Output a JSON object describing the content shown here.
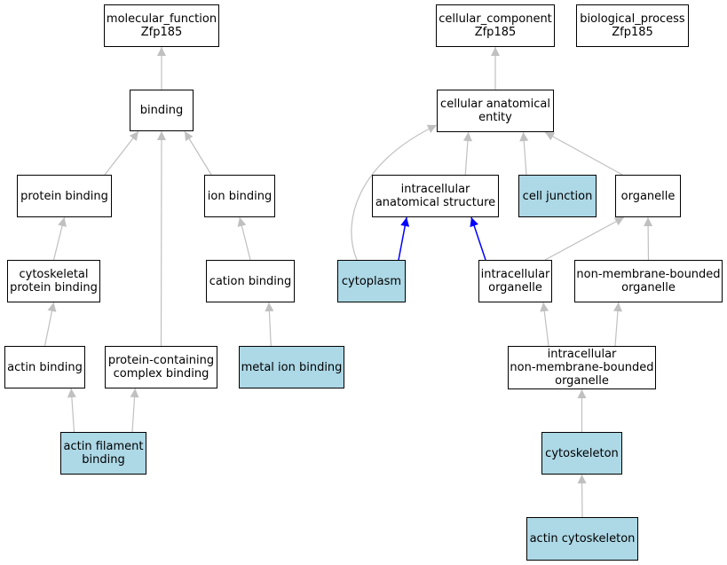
{
  "colors": {
    "highlight_fill": "#add8e6",
    "edge_gray": "#c0c0c0",
    "edge_blue": "#0000ff"
  },
  "nodes": {
    "molecular_function": {
      "label": "molecular_function\nZfp185",
      "highlighted": false
    },
    "binding": {
      "label": "binding",
      "highlighted": false
    },
    "protein_binding": {
      "label": "protein binding",
      "highlighted": false
    },
    "ion_binding": {
      "label": "ion binding",
      "highlighted": false
    },
    "cytoskeletal_protein_binding": {
      "label": "cytoskeletal\nprotein binding",
      "highlighted": false
    },
    "cation_binding": {
      "label": "cation binding",
      "highlighted": false
    },
    "actin_binding": {
      "label": "actin binding",
      "highlighted": false
    },
    "protein_containing_complex_binding": {
      "label": "protein-containing\ncomplex binding",
      "highlighted": false
    },
    "metal_ion_binding": {
      "label": "metal ion binding",
      "highlighted": true
    },
    "actin_filament_binding": {
      "label": "actin filament\nbinding",
      "highlighted": true
    },
    "cellular_component": {
      "label": "cellular_component\nZfp185",
      "highlighted": false
    },
    "biological_process": {
      "label": "biological_process\nZfp185",
      "highlighted": false
    },
    "cellular_anatomical_entity": {
      "label": "cellular anatomical\nentity",
      "highlighted": false
    },
    "intracellular_anatomical_structure": {
      "label": "intracellular\nanatomical structure",
      "highlighted": false
    },
    "cell_junction": {
      "label": "cell junction",
      "highlighted": true
    },
    "organelle": {
      "label": "organelle",
      "highlighted": false
    },
    "cytoplasm": {
      "label": "cytoplasm",
      "highlighted": true
    },
    "intracellular_organelle": {
      "label": "intracellular\norganelle",
      "highlighted": false
    },
    "non_membrane_bounded_organelle": {
      "label": "non-membrane-bounded\norganelle",
      "highlighted": false
    },
    "intracellular_non_membrane_bounded_organelle": {
      "label": "intracellular\nnon-membrane-bounded\norganelle",
      "highlighted": false
    },
    "cytoskeleton": {
      "label": "cytoskeleton",
      "highlighted": true
    },
    "actin_cytoskeleton": {
      "label": "actin cytoskeleton",
      "highlighted": true
    }
  },
  "edges": [
    {
      "from": "binding",
      "to": "molecular_function",
      "kind": "gray"
    },
    {
      "from": "protein_binding",
      "to": "binding",
      "kind": "gray"
    },
    {
      "from": "protein_containing_complex_binding",
      "to": "binding",
      "kind": "gray"
    },
    {
      "from": "ion_binding",
      "to": "binding",
      "kind": "gray"
    },
    {
      "from": "cytoskeletal_protein_binding",
      "to": "protein_binding",
      "kind": "gray"
    },
    {
      "from": "cation_binding",
      "to": "ion_binding",
      "kind": "gray"
    },
    {
      "from": "actin_binding",
      "to": "cytoskeletal_protein_binding",
      "kind": "gray"
    },
    {
      "from": "metal_ion_binding",
      "to": "cation_binding",
      "kind": "gray"
    },
    {
      "from": "actin_filament_binding",
      "to": "actin_binding",
      "kind": "gray"
    },
    {
      "from": "actin_filament_binding",
      "to": "protein_containing_complex_binding",
      "kind": "gray"
    },
    {
      "from": "cellular_anatomical_entity",
      "to": "cellular_component",
      "kind": "gray"
    },
    {
      "from": "intracellular_anatomical_structure",
      "to": "cellular_anatomical_entity",
      "kind": "gray"
    },
    {
      "from": "cell_junction",
      "to": "cellular_anatomical_entity",
      "kind": "gray"
    },
    {
      "from": "organelle",
      "to": "cellular_anatomical_entity",
      "kind": "gray"
    },
    {
      "from": "cytoplasm",
      "to": "cellular_anatomical_entity",
      "kind": "gray"
    },
    {
      "from": "cytoplasm",
      "to": "intracellular_anatomical_structure",
      "kind": "blue"
    },
    {
      "from": "intracellular_organelle",
      "to": "intracellular_anatomical_structure",
      "kind": "blue"
    },
    {
      "from": "intracellular_organelle",
      "to": "organelle",
      "kind": "gray"
    },
    {
      "from": "non_membrane_bounded_organelle",
      "to": "organelle",
      "kind": "gray"
    },
    {
      "from": "intracellular_non_membrane_bounded_organelle",
      "to": "intracellular_organelle",
      "kind": "gray"
    },
    {
      "from": "intracellular_non_membrane_bounded_organelle",
      "to": "non_membrane_bounded_organelle",
      "kind": "gray"
    },
    {
      "from": "cytoskeleton",
      "to": "intracellular_non_membrane_bounded_organelle",
      "kind": "gray"
    },
    {
      "from": "actin_cytoskeleton",
      "to": "cytoskeleton",
      "kind": "gray"
    }
  ]
}
